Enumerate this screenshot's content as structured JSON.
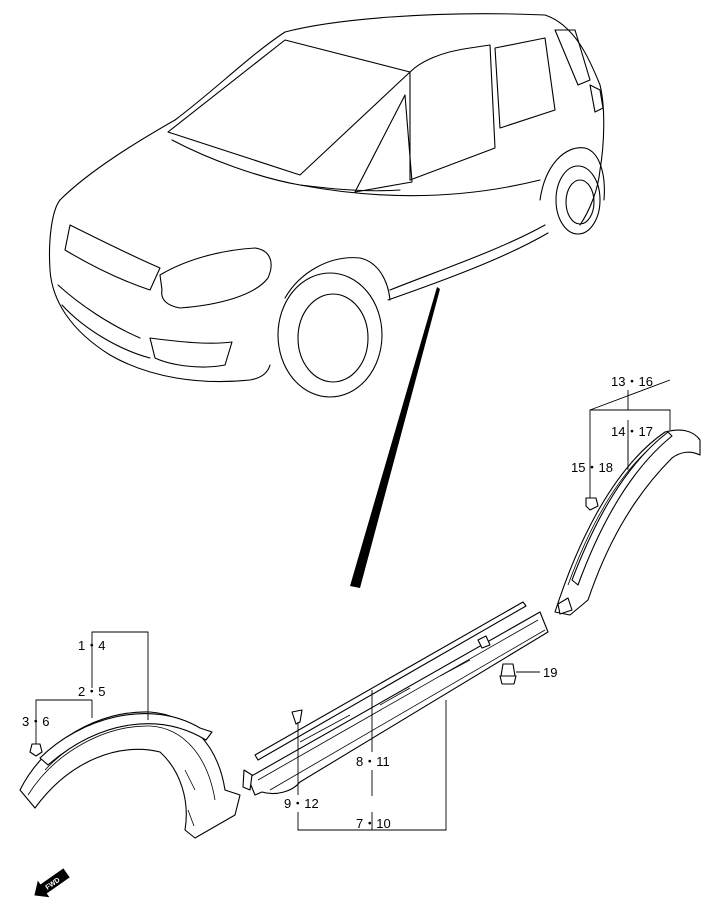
{
  "callouts": {
    "c_1_4": "1・4",
    "c_2_5": "2・5",
    "c_3_6": "3・6",
    "c_7_10": "7・10",
    "c_8_11": "8・11",
    "c_9_12": "9・12",
    "c_13_16": "13・16",
    "c_14_17": "14・17",
    "c_15_18": "15・18",
    "c_19": "19"
  },
  "forward_badge": "FWD",
  "icons": [
    "car-outline",
    "front-fender-arch",
    "rear-fender-arch",
    "side-sill-molding",
    "clip",
    "fwd-arrow-icon"
  ],
  "colors": {
    "line": "#000000",
    "background": "#ffffff"
  }
}
